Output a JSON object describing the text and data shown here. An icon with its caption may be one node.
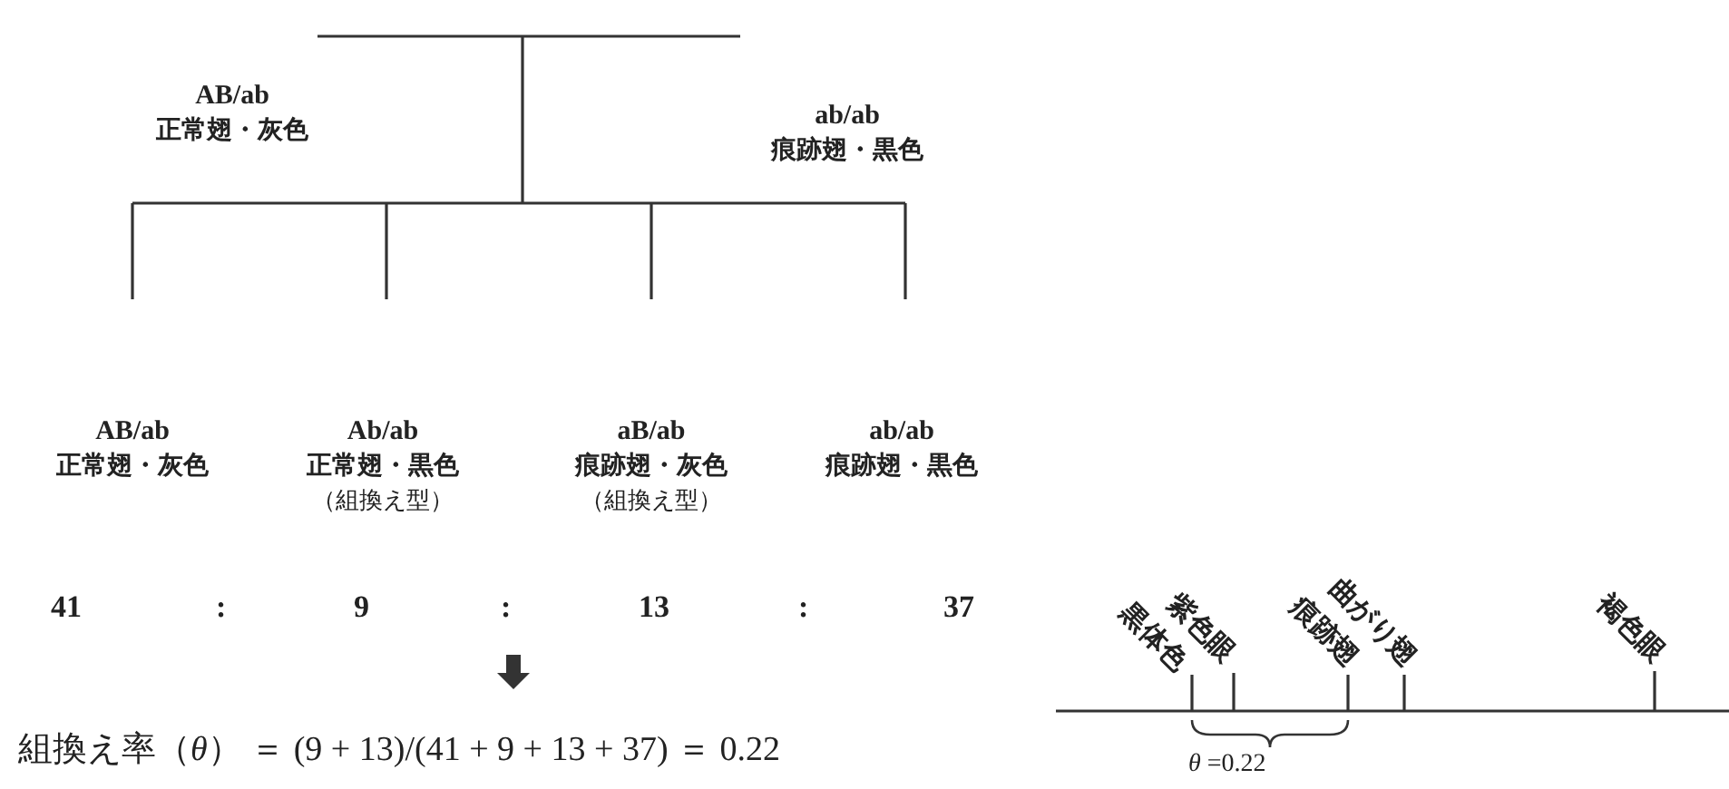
{
  "diagram": {
    "nodes": [
      {
        "text": [
          "AB/ab",
          "正常翅・灰色"
        ]
      },
      {
        "text": [
          "ab/ab",
          "痕跡翅・黒色"
        ]
      },
      {
        "text": [
          "AB/ab",
          "正常翅・灰色"
        ]
      },
      {
        "text": [
          "Ab/ab",
          "正常翅・黒色",
          "（組換え型）"
        ]
      },
      {
        "text": [
          "aB/ab",
          "痕跡翅・灰色",
          "（組換え型）"
        ]
      },
      {
        "text": [
          "ab/ab",
          "痕跡翅・黒色"
        ]
      }
    ],
    "edges": [
      {
        "from": 0,
        "to": 2,
        "arrow": "none"
      },
      {
        "from": 0,
        "to": 3,
        "arrow": "none"
      },
      {
        "from": 0,
        "to": 4,
        "arrow": "none"
      },
      {
        "from": 0,
        "to": 5,
        "arrow": "none"
      },
      {
        "from": 1,
        "to": 2,
        "arrow": "none"
      },
      {
        "from": 1,
        "to": 3,
        "arrow": "none"
      },
      {
        "from": 1,
        "to": 4,
        "arrow": "none"
      },
      {
        "from": 1,
        "to": 5,
        "arrow": "none"
      }
    ],
    "labels": [
      "41",
      ":",
      "9",
      ":",
      "13",
      ":",
      "37",
      "組換え率（*θ*） ＝ (9 + 13)/(41 + 9 + 13 + 37) ＝ 0.22",
      "黒体色",
      "紫色眼",
      "痕跡翅",
      "曲がり翅",
      "褐色眼",
      "*θ* =0.22"
    ]
  }
}
